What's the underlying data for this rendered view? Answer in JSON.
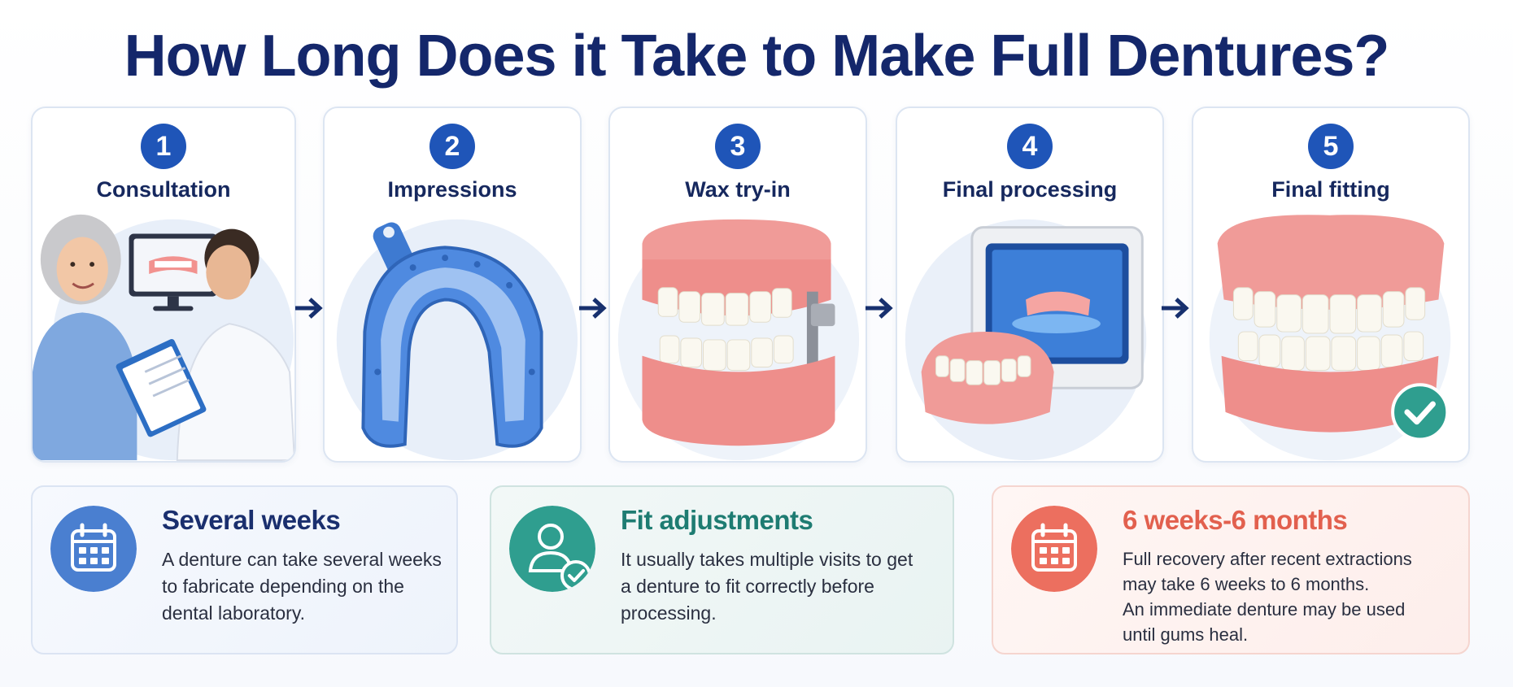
{
  "title": "How Long Does it Take to Make Full Dentures?",
  "steps": [
    {
      "number": "1",
      "label": "Consultation",
      "icon": "consultation-illustration"
    },
    {
      "number": "2",
      "label": "Impressions",
      "icon": "impression-tray-illustration"
    },
    {
      "number": "3",
      "label": "Wax try-in",
      "icon": "wax-denture-articulator-illustration"
    },
    {
      "number": "4",
      "label": "Final processing",
      "icon": "processing-machine-illustration"
    },
    {
      "number": "5",
      "label": "Final fitting",
      "icon": "finished-denture-illustration"
    }
  ],
  "cards": [
    {
      "title": "Several weeks",
      "lines": [
        "A denture can take several weeks",
        "to fabricate depending on the",
        "dental laboratory."
      ],
      "icon": "calendar-icon",
      "color": "#1f4fa8"
    },
    {
      "title": "Fit adjustments",
      "lines": [
        "It usually takes multiple visits to get",
        "a denture to fit correctly before",
        "processing."
      ],
      "icon": "user-check-icon",
      "color": "#1e7c72"
    },
    {
      "title": "6 weeks-6 months",
      "lines": [
        "Full recovery after recent extractions",
        "may take 6 weeks to 6 months.",
        "An immediate denture may be used",
        "until gums heal."
      ],
      "icon": "calendar-icon",
      "color": "#e2604e"
    }
  ],
  "colors": {
    "title": "#14276b",
    "step_badge": "#1f55b8",
    "arrow": "#17306e",
    "check_badge": "#2f9e8f"
  }
}
